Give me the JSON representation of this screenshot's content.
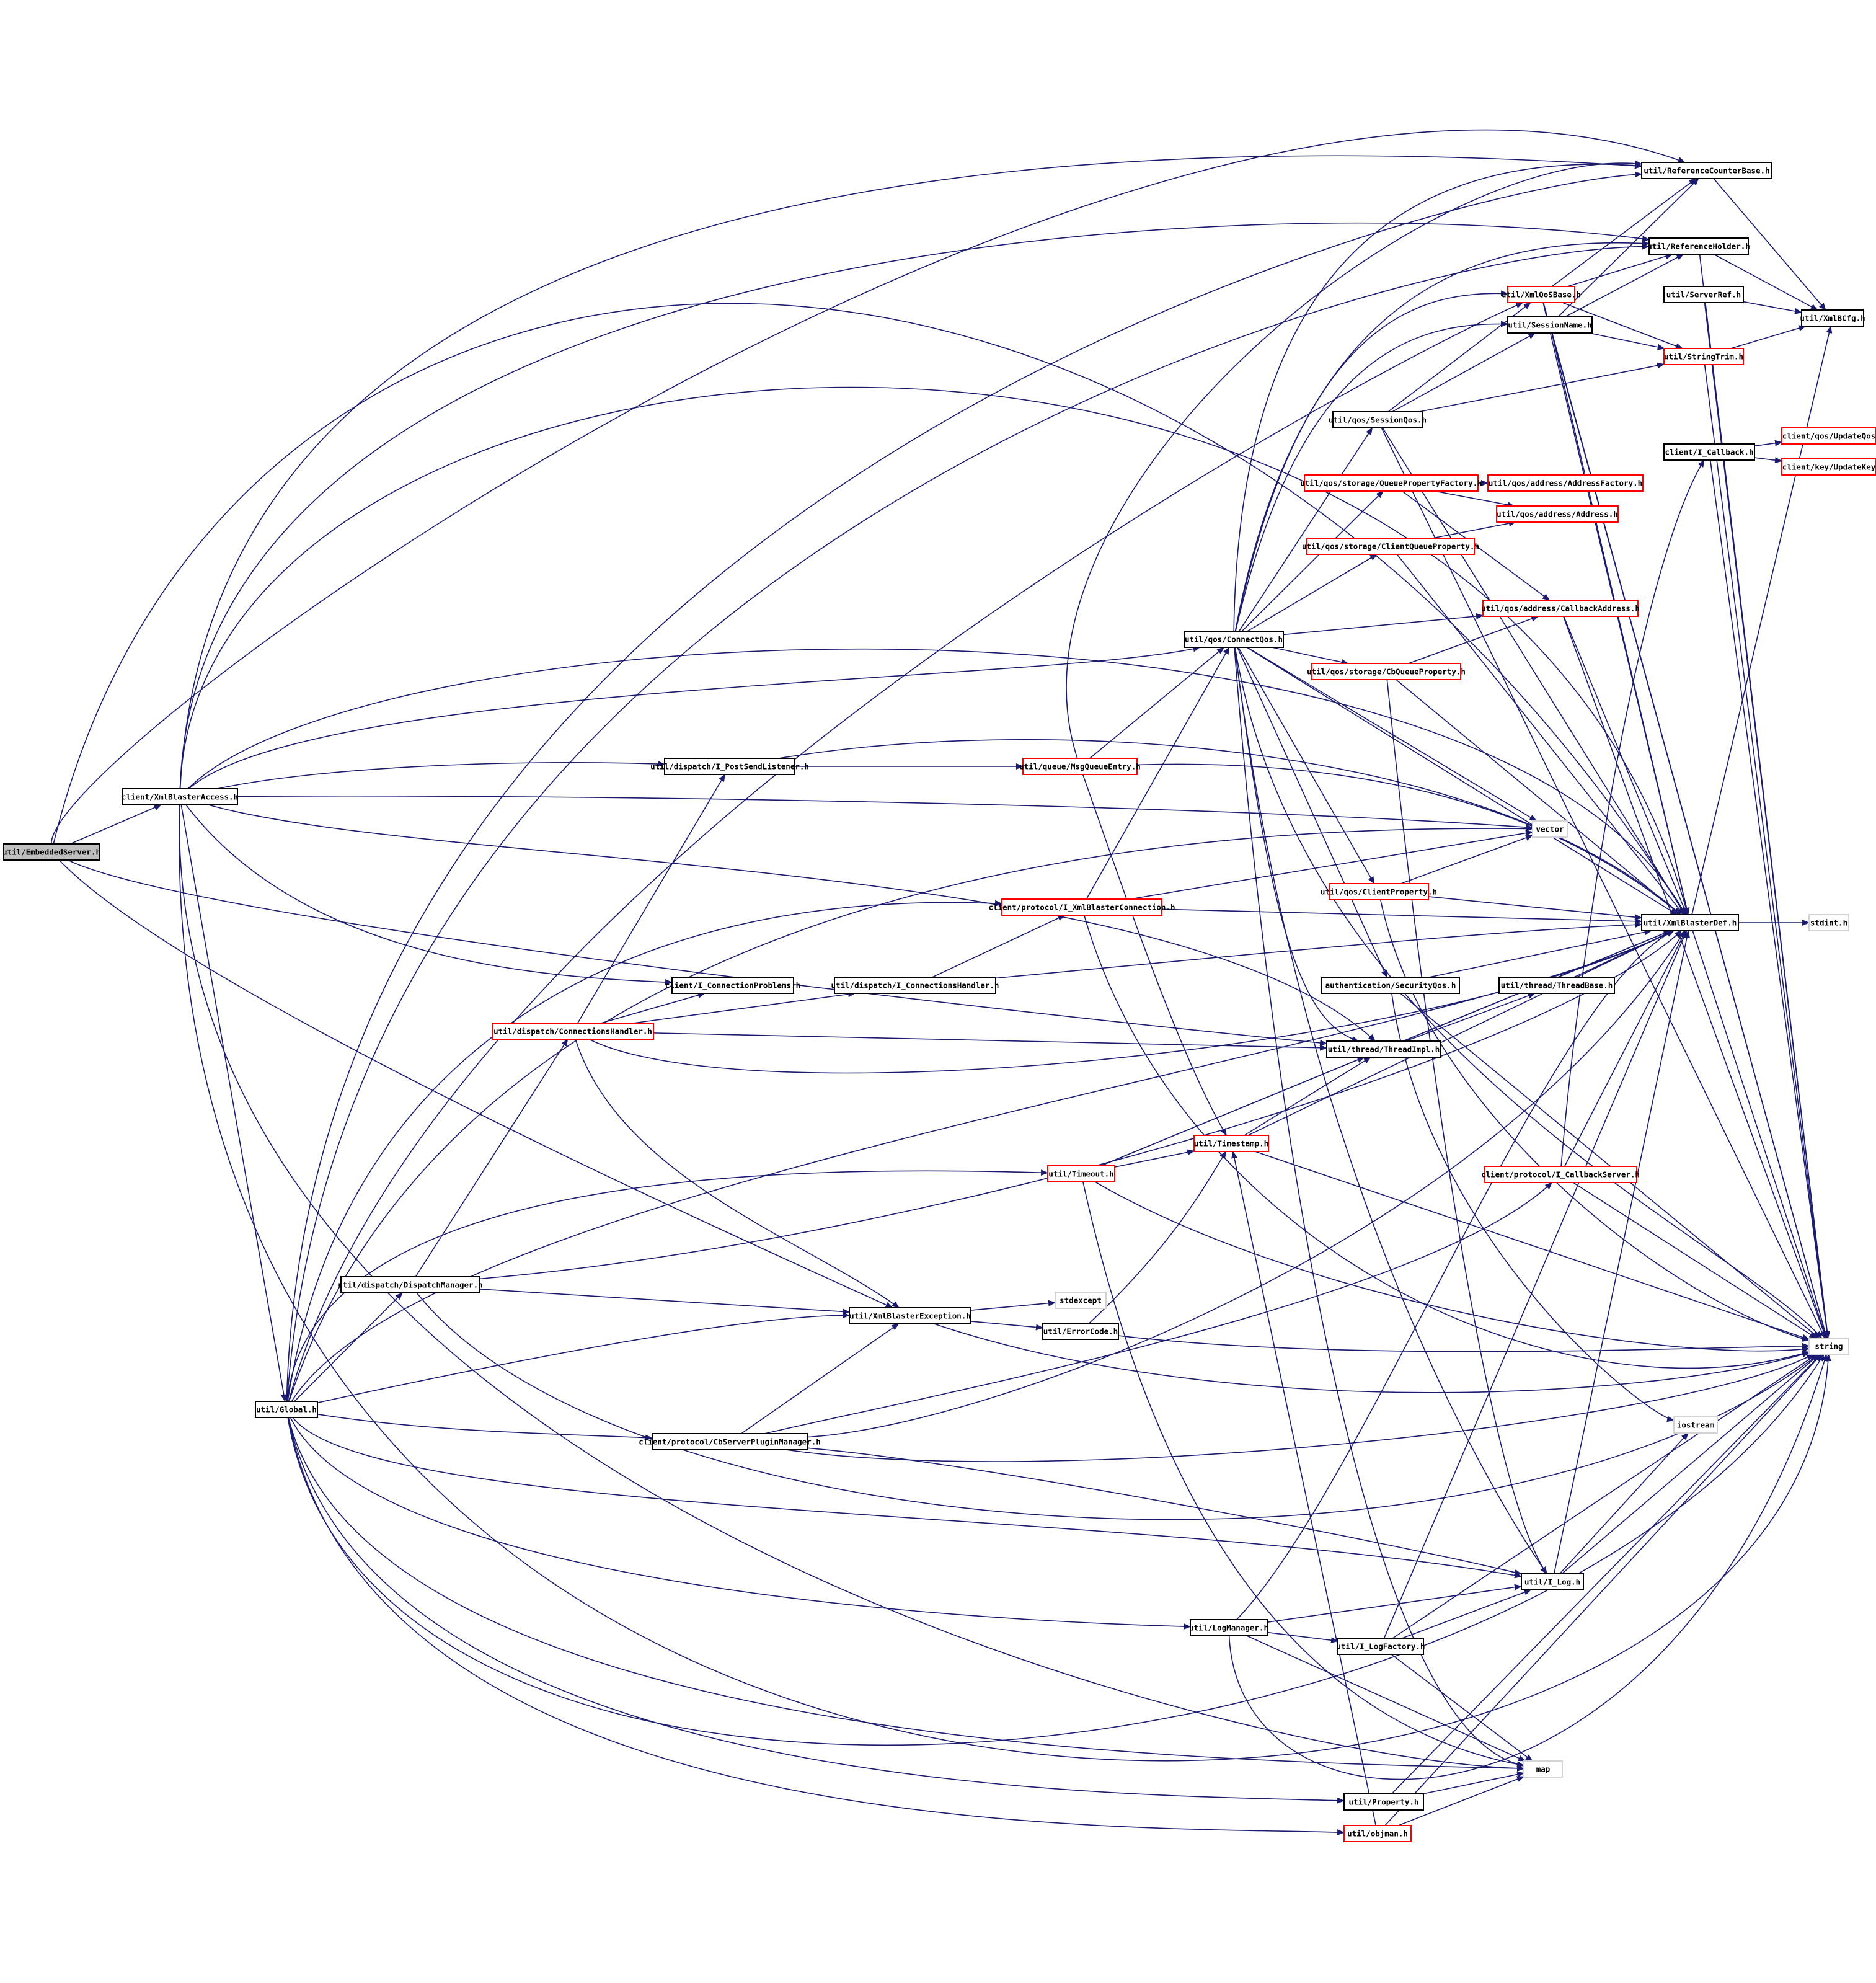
{
  "graph": {
    "colors": {
      "edge": "#1a1a6e",
      "black": "#000000",
      "red": "#ff0000",
      "gray": "#d3d3d3",
      "root_fill": "#bfbfbf"
    },
    "nodes": [
      {
        "id": "embedded",
        "label": "util/EmbeddedServer.h",
        "kind": "root"
      },
      {
        "id": "xbaccess",
        "label": "client/XmlBlasterAccess.h",
        "kind": "black"
      },
      {
        "id": "global",
        "label": "util/Global.h",
        "kind": "black"
      },
      {
        "id": "refcounter",
        "label": "util/ReferenceCounterBase.h",
        "kind": "black"
      },
      {
        "id": "refholder",
        "label": "util/ReferenceHolder.h",
        "kind": "black"
      },
      {
        "id": "xmlqosbase",
        "label": "util/XmlQoSBase.h",
        "kind": "red"
      },
      {
        "id": "serverref",
        "label": "util/ServerRef.h",
        "kind": "black"
      },
      {
        "id": "xmlbcfg",
        "label": "util/XmlBCfg.h",
        "kind": "black"
      },
      {
        "id": "sessionname",
        "label": "util/SessionName.h",
        "kind": "black"
      },
      {
        "id": "stringtrim",
        "label": "util/StringTrim.h",
        "kind": "red"
      },
      {
        "id": "sessionqos",
        "label": "util/qos/SessionQos.h",
        "kind": "black"
      },
      {
        "id": "icallback",
        "label": "client/I_Callback.h",
        "kind": "black"
      },
      {
        "id": "updateqos",
        "label": "client/qos/UpdateQos",
        "kind": "red"
      },
      {
        "id": "updatekey",
        "label": "client/key/UpdateKey",
        "kind": "red"
      },
      {
        "id": "qpfactory",
        "label": "util/qos/storage/QueuePropertyFactory.h",
        "kind": "red"
      },
      {
        "id": "addrfactory",
        "label": "util/qos/address/AddressFactory.h",
        "kind": "red"
      },
      {
        "id": "address",
        "label": "util/qos/address/Address.h",
        "kind": "red"
      },
      {
        "id": "cqprop",
        "label": "util/qos/storage/ClientQueueProperty.h",
        "kind": "red"
      },
      {
        "id": "cbaddress",
        "label": "util/qos/address/CallbackAddress.h",
        "kind": "red"
      },
      {
        "id": "connectqos",
        "label": "util/qos/ConnectQos.h",
        "kind": "black"
      },
      {
        "id": "cbqprop",
        "label": "util/qos/storage/CbQueueProperty.h",
        "kind": "red"
      },
      {
        "id": "postsend",
        "label": "util/dispatch/I_PostSendListener.h",
        "kind": "black"
      },
      {
        "id": "msgqueue",
        "label": "util/queue/MsgQueueEntry.h",
        "kind": "red"
      },
      {
        "id": "vector",
        "label": "vector",
        "kind": "gray"
      },
      {
        "id": "clientprop",
        "label": "util/qos/ClientProperty.h",
        "kind": "red"
      },
      {
        "id": "ixbconn",
        "label": "client/protocol/I_XmlBlasterConnection.h",
        "kind": "red"
      },
      {
        "id": "xbdef",
        "label": "util/XmlBlasterDef.h",
        "kind": "black"
      },
      {
        "id": "stdint",
        "label": "stdint.h",
        "kind": "gray"
      },
      {
        "id": "connproblems",
        "label": "client/I_ConnectionProblems.h",
        "kind": "black"
      },
      {
        "id": "iconnhandler",
        "label": "util/dispatch/I_ConnectionsHandler.h",
        "kind": "black"
      },
      {
        "id": "secqos",
        "label": "authentication/SecurityQos.h",
        "kind": "black"
      },
      {
        "id": "threadbase",
        "label": "util/thread/ThreadBase.h",
        "kind": "black"
      },
      {
        "id": "connhandler",
        "label": "util/dispatch/ConnectionsHandler.h",
        "kind": "red"
      },
      {
        "id": "threadimpl",
        "label": "util/thread/ThreadImpl.h",
        "kind": "black"
      },
      {
        "id": "timestamp",
        "label": "util/Timestamp.h",
        "kind": "red"
      },
      {
        "id": "timeout",
        "label": "util/Timeout.h",
        "kind": "red"
      },
      {
        "id": "icbserver",
        "label": "client/protocol/I_CallbackServer.h",
        "kind": "red"
      },
      {
        "id": "dispmgr",
        "label": "util/dispatch/DispatchManager.h",
        "kind": "black"
      },
      {
        "id": "xbexception",
        "label": "util/XmlBlasterException.h",
        "kind": "black"
      },
      {
        "id": "stdexcept",
        "label": "stdexcept",
        "kind": "gray"
      },
      {
        "id": "errorcode",
        "label": "util/ErrorCode.h",
        "kind": "black"
      },
      {
        "id": "string",
        "label": "string",
        "kind": "gray"
      },
      {
        "id": "iostream",
        "label": "iostream",
        "kind": "gray"
      },
      {
        "id": "cbplugin",
        "label": "client/protocol/CbServerPluginManager.h",
        "kind": "black"
      },
      {
        "id": "ilog",
        "label": "util/I_Log.h",
        "kind": "black"
      },
      {
        "id": "logmanager",
        "label": "util/LogManager.h",
        "kind": "black"
      },
      {
        "id": "ilogfactory",
        "label": "util/I_LogFactory.h",
        "kind": "black"
      },
      {
        "id": "map",
        "label": "map",
        "kind": "gray"
      },
      {
        "id": "property",
        "label": "util/Property.h",
        "kind": "black"
      },
      {
        "id": "objman",
        "label": "util/objman.h",
        "kind": "red"
      }
    ]
  }
}
